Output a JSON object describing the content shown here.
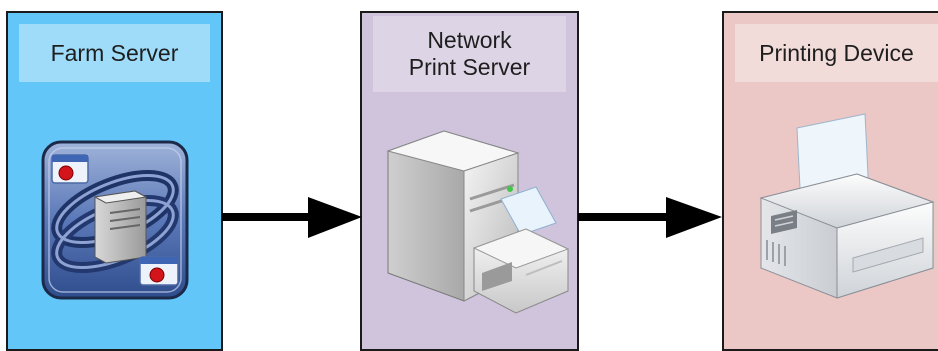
{
  "nodes": [
    {
      "id": "farm_server",
      "label_lines": [
        "Farm Server"
      ],
      "color": "#62c6f8",
      "icon": "farm-server-icon"
    },
    {
      "id": "network_print_server",
      "label_lines": [
        "Network",
        "Print Server"
      ],
      "color": "#cfc4dc",
      "icon": "print-server-icon"
    },
    {
      "id": "printing_device",
      "label_lines": [
        "Printing Device"
      ],
      "color": "#ebc7c5",
      "icon": "printer-icon"
    }
  ],
  "edges": [
    {
      "from": "farm_server",
      "to": "network_print_server"
    },
    {
      "from": "network_print_server",
      "to": "printing_device"
    }
  ]
}
